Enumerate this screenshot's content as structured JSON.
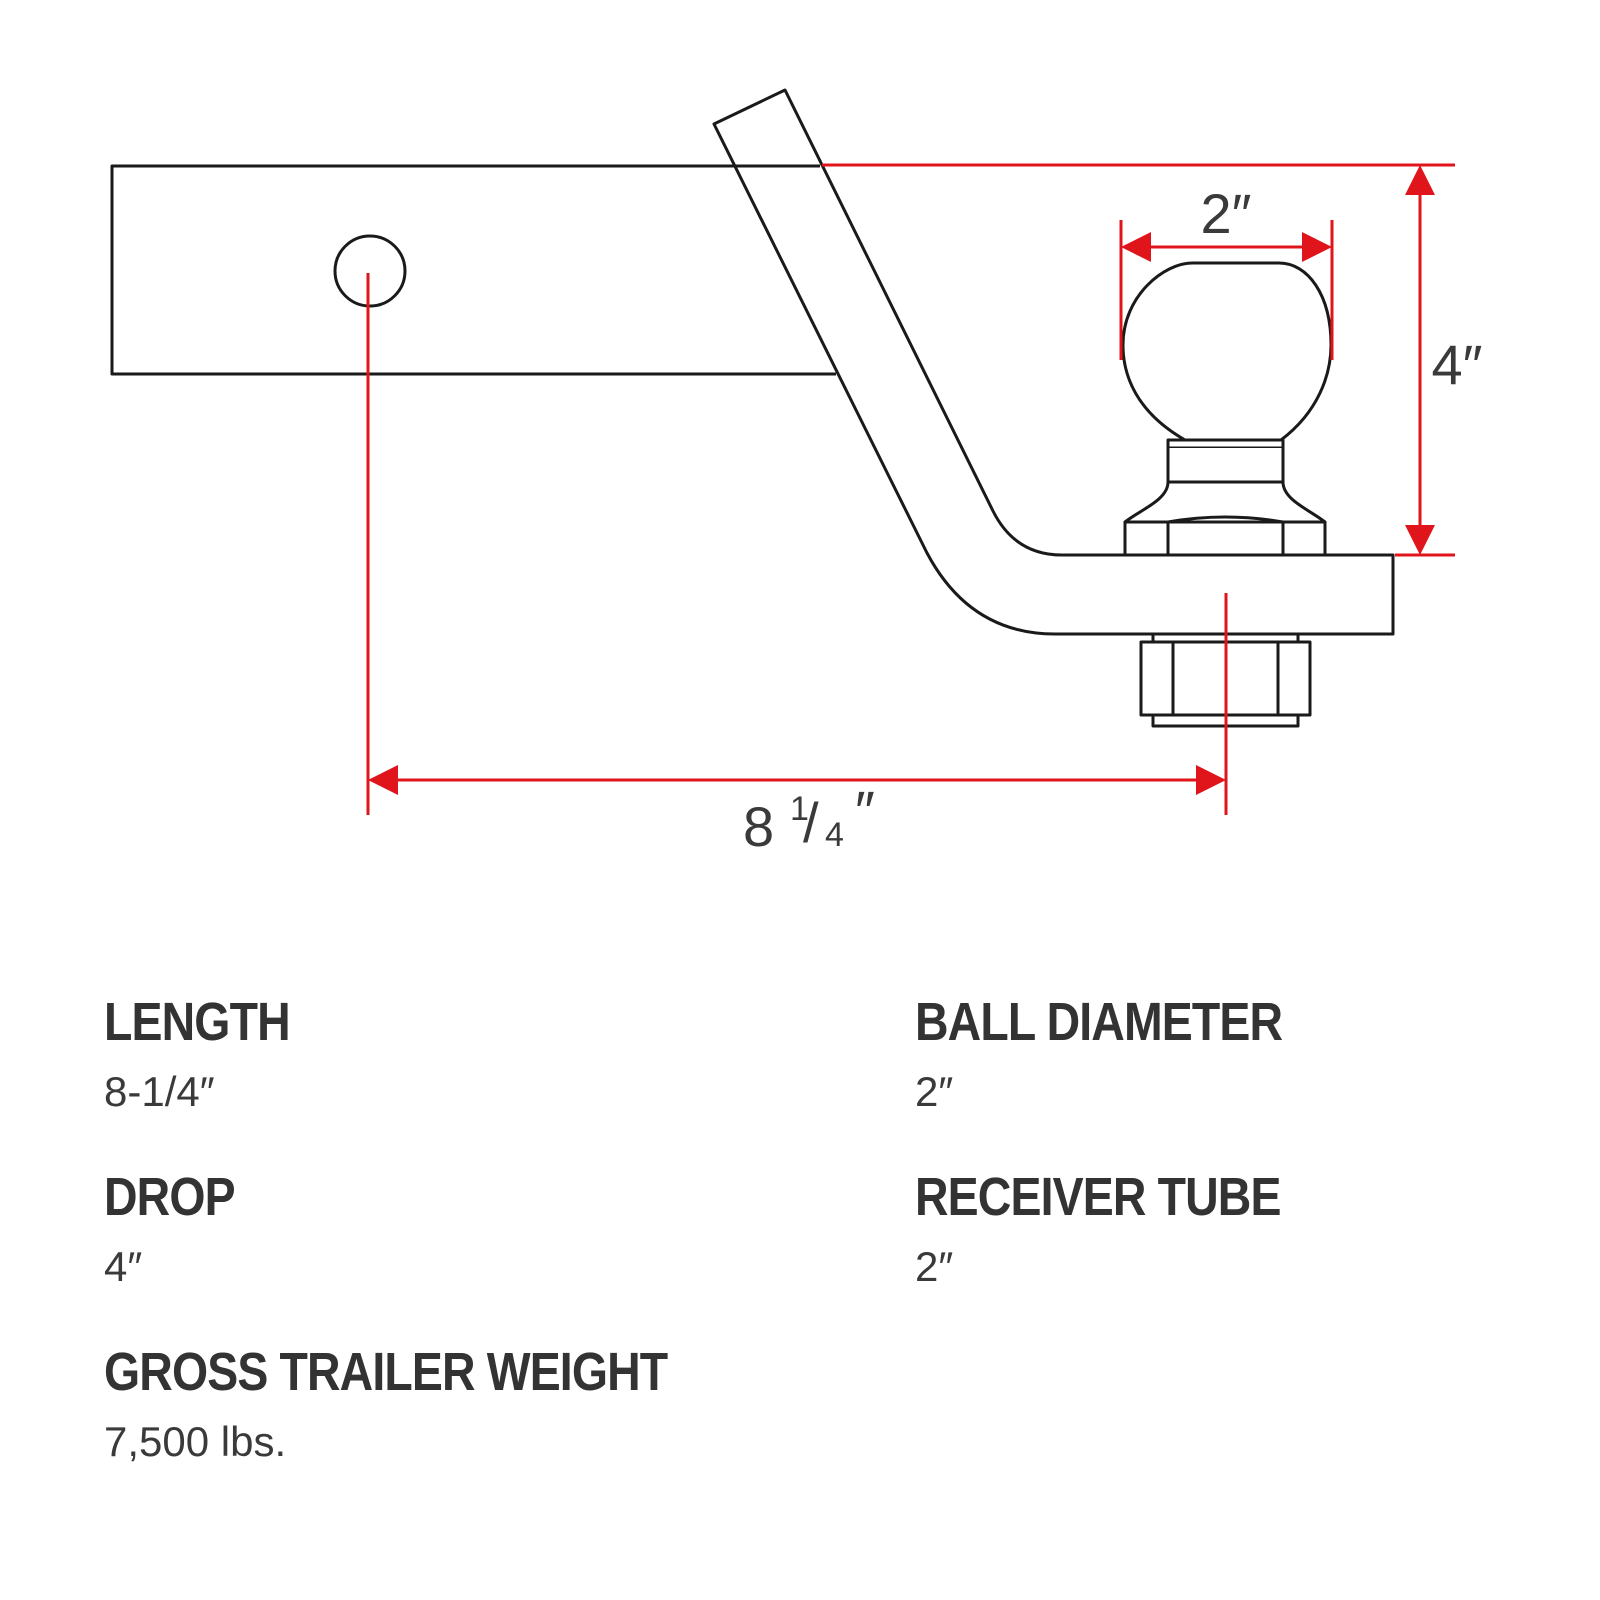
{
  "colors": {
    "outline": "#1a1a1a",
    "dimension": "#e0151b",
    "text": "#333333"
  },
  "diagram": {
    "ball_width_label": "2″",
    "drop_label": "4″",
    "length_label_whole": "8",
    "length_label_num": "1",
    "length_label_slash": "/",
    "length_label_den": "4",
    "length_label_unit": "″"
  },
  "specs": {
    "length": {
      "title": "LENGTH",
      "value": "8-1/4″"
    },
    "drop": {
      "title": "DROP",
      "value": "4″"
    },
    "gross_trailer_weight": {
      "title": "GROSS TRAILER WEIGHT",
      "value": "7,500 lbs."
    },
    "ball_diameter": {
      "title": "BALL DIAMETER",
      "value": "2″"
    },
    "receiver_tube": {
      "title": "RECEIVER TUBE",
      "value": "2″"
    }
  }
}
